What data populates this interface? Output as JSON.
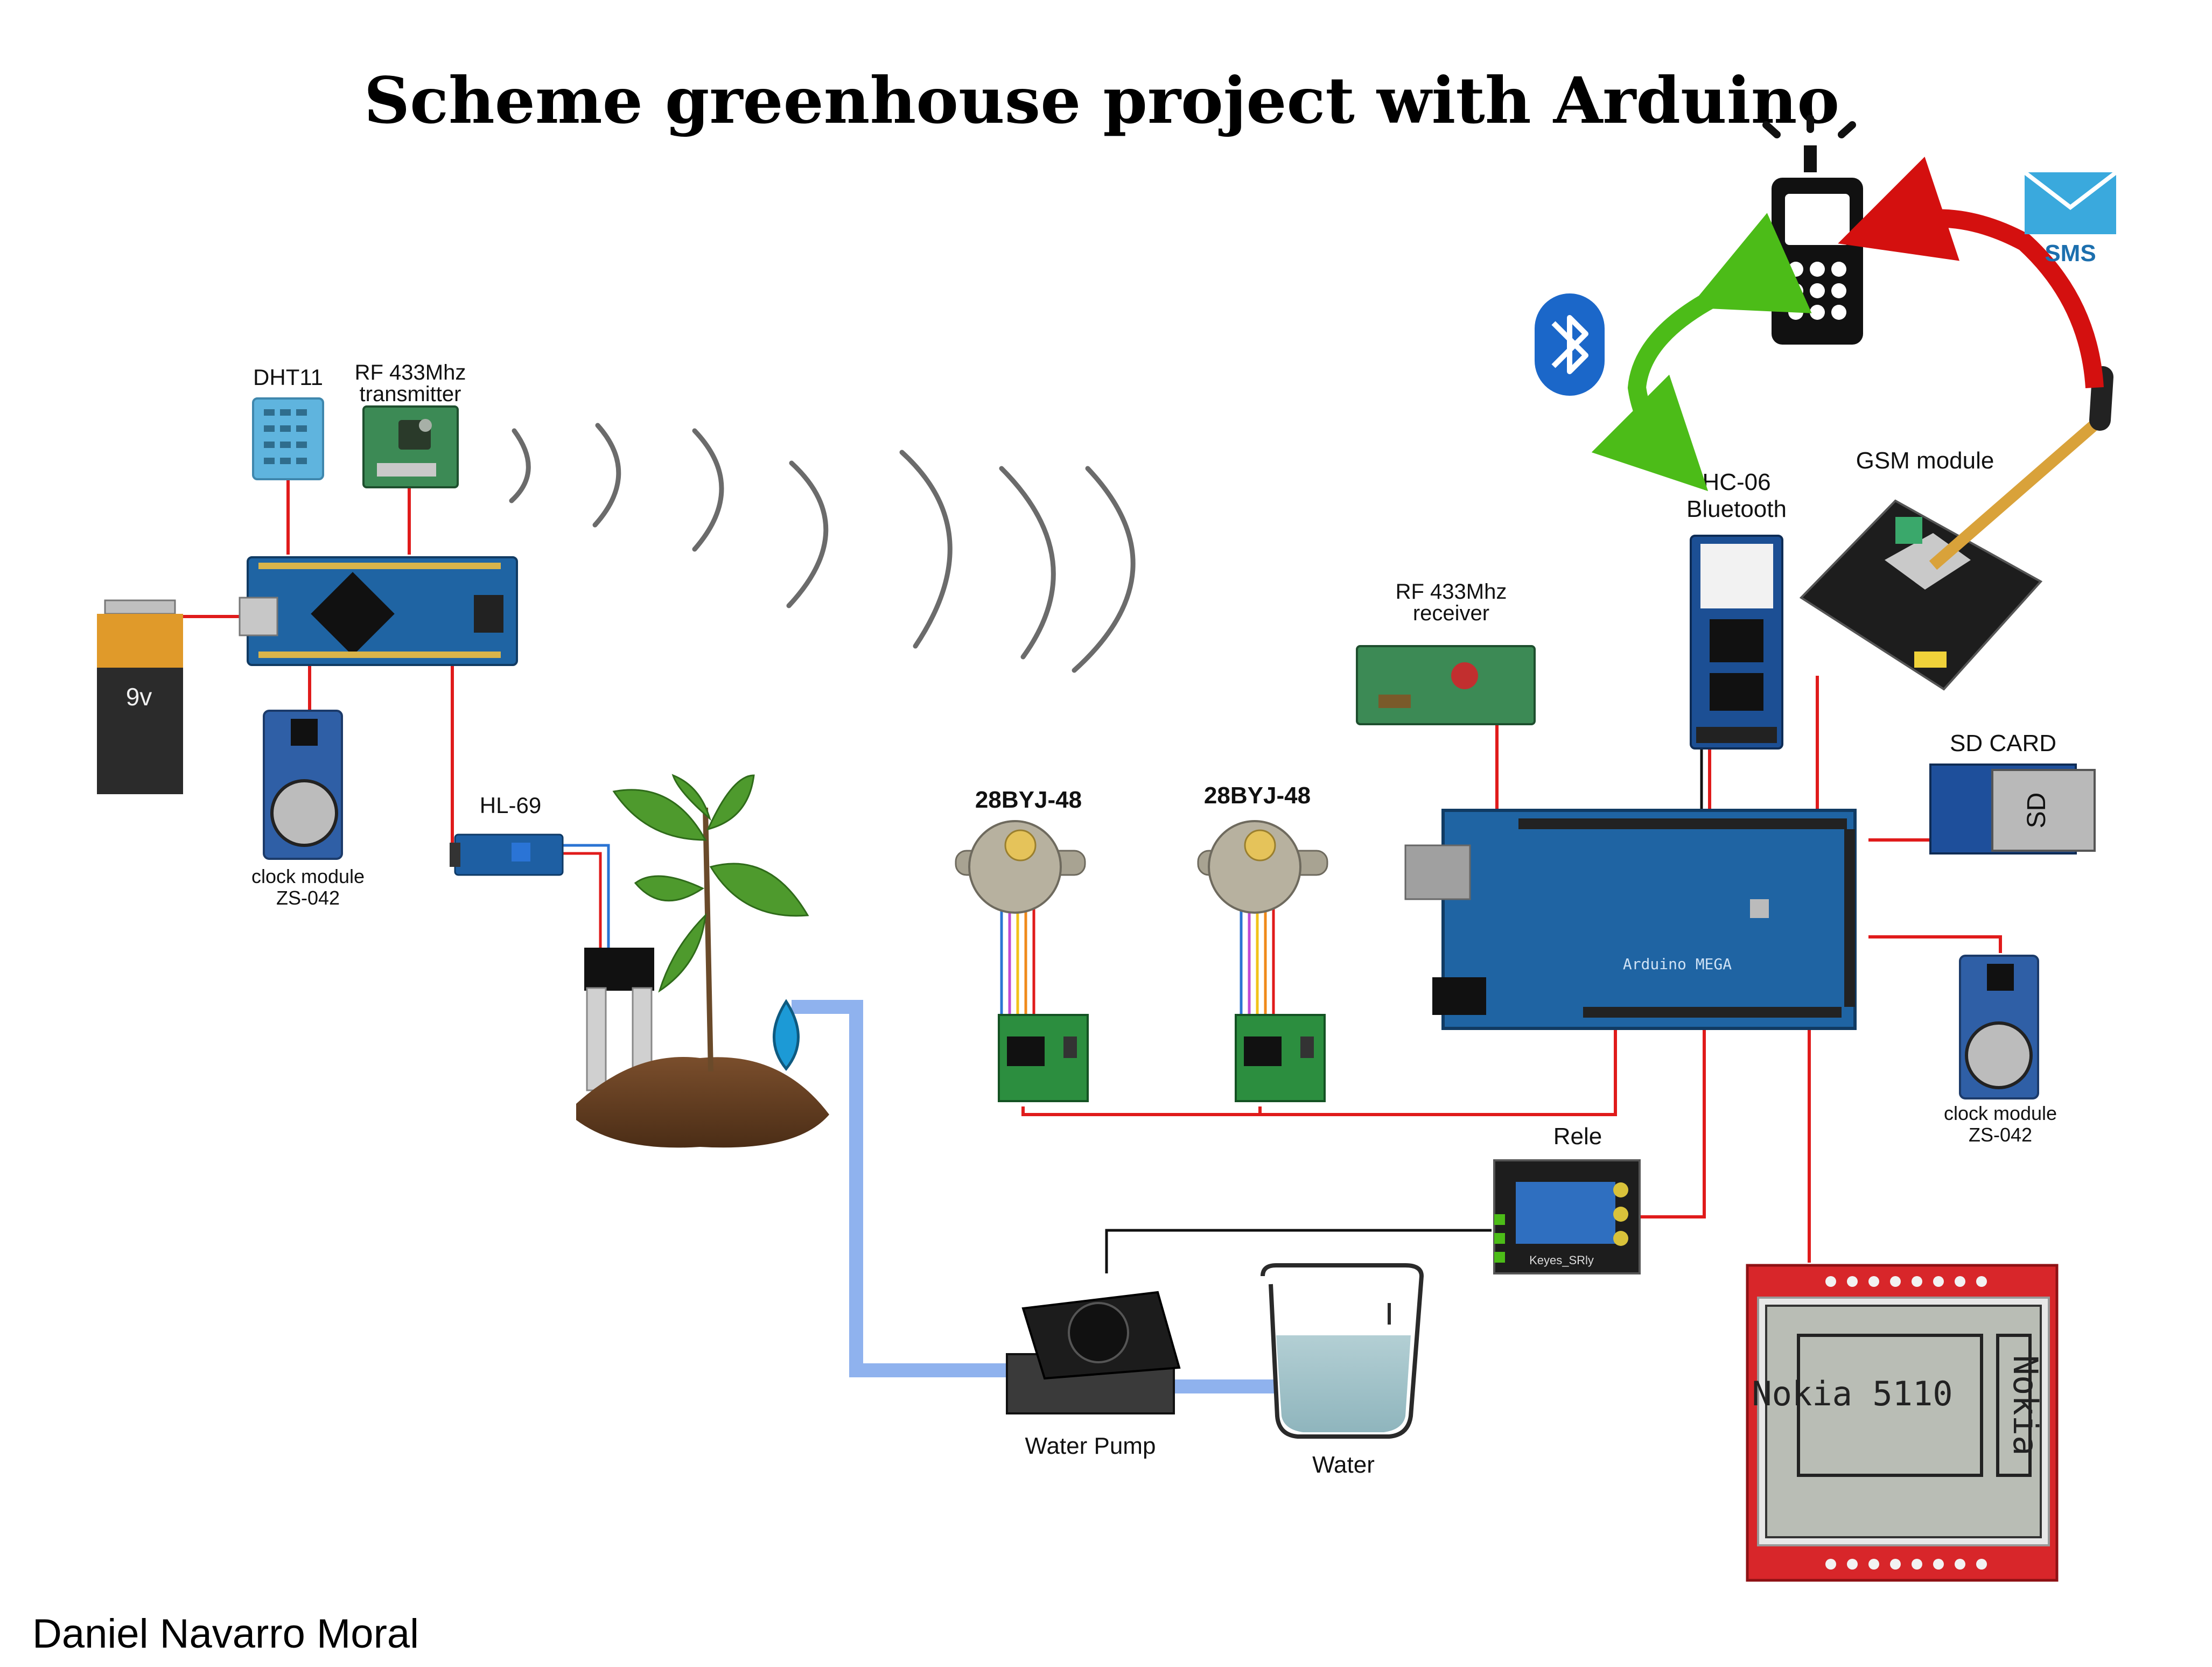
{
  "title": "Scheme greenhouse project with Arduino",
  "author": "Daniel Navarro Moral",
  "labels": {
    "dht11": "DHT11",
    "rf_tx": [
      "RF 433Mhz",
      "transmitter"
    ],
    "battery": "9v",
    "clock_left": [
      "clock module",
      "ZS-042"
    ],
    "hl69": "HL-69",
    "stepper1": "28BYJ-48",
    "stepper2": "28BYJ-48",
    "rf_rx": [
      "RF 433Mhz",
      "receiver"
    ],
    "hc06": [
      "HC-06",
      "Bluetooth"
    ],
    "gsm": "GSM module",
    "sd_card": "SD CARD",
    "sd_chip_text": "SD",
    "clock_right": [
      "clock module",
      "ZS-042"
    ],
    "rele": "Rele",
    "relay_chip_text": "Keyes_SRly",
    "water_pump": "Water Pump",
    "water": "Water",
    "lcd_text": "Nokia 5110",
    "lcd_side_text": "Nokia",
    "sms": "SMS",
    "arduino_mega_text": "Arduino MEGA"
  },
  "icons": [
    "bluetooth-icon",
    "sms-envelope-icon",
    "mobile-phone-icon",
    "water-drop-icon"
  ],
  "colors": {
    "wire_red": "#e01b1b",
    "wire_black": "#111111",
    "pipe_blue": "#8fb2ee",
    "arrow_green": "#4cbc18",
    "arrow_red": "#d4100f",
    "pcb_blue": "#1f64a3",
    "pcb_green": "#2f8a4a",
    "lcd_red": "#d8262a",
    "bluetooth_blue": "#1b67c9",
    "sms_blue": "#3aa9dd"
  }
}
